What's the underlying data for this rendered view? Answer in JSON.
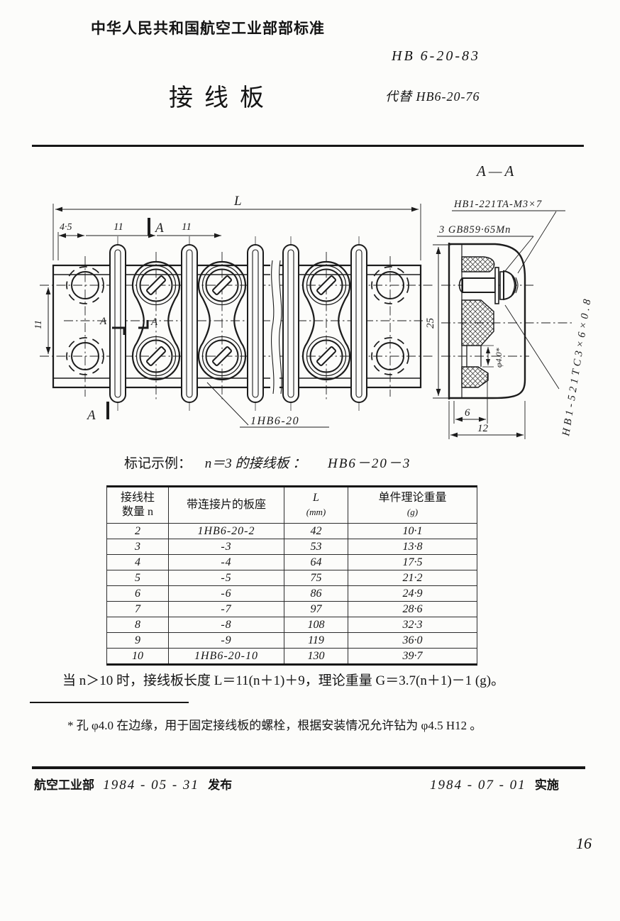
{
  "header": {
    "org_standard": "中华人民共和国航空工业部部标准",
    "standard_no": "HB 6-20-83",
    "replaces": "代替 HB6-20-76",
    "title": "接线板"
  },
  "drawing": {
    "section_title": "A—A",
    "dim_L": "L",
    "dim_45": "4·5",
    "dim_11a": "11",
    "dim_11b": "11",
    "dim_11_left": "11",
    "dim_25": "25",
    "dim_6": "6",
    "dim_12": "12",
    "dim_phi40": "φ4.0*",
    "mark_A": "A",
    "part_leader": "1HB6-20",
    "screw_label": "HB1-221TA-M3×7",
    "washer_label": "3 GB859·65Mn",
    "strip_label": "HB1-521TC3×6×0.8"
  },
  "example": {
    "prefix": "标记示例：",
    "desc": "n＝3 的接线板 ：",
    "code": "HB6－20－3"
  },
  "table": {
    "headers": {
      "col1a": "接线柱",
      "col1b": "数量 n",
      "col2": "带连接片的板座",
      "col3a": "L",
      "col3b": "(mm)",
      "col4a": "单件理论重量",
      "col4b": "(g)"
    },
    "rows": [
      [
        "2",
        "1HB6-20-2",
        "42",
        "10·1"
      ],
      [
        "3",
        "-3",
        "53",
        "13·8"
      ],
      [
        "4",
        "-4",
        "64",
        "17·5"
      ],
      [
        "5",
        "-5",
        "75",
        "21·2"
      ],
      [
        "6",
        "-6",
        "86",
        "24·9"
      ],
      [
        "7",
        "-7",
        "97",
        "28·6"
      ],
      [
        "8",
        "-8",
        "108",
        "32·3"
      ],
      [
        "9",
        "-9",
        "119",
        "36·0"
      ],
      [
        "10",
        "1HB6-20-10",
        "130",
        "39·7"
      ]
    ]
  },
  "formula": "当 n＞10 时，接线板长度 L＝11(n＋1)＋9，理论重量 G＝3.7(n＋1)－1 (g)。",
  "footnote": "* 孔 φ4.0 在边缘，用于固定接线板的螺栓，根据安装情况允许钻为 φ4.5 H12 。",
  "footer": {
    "org": "航空工业部",
    "issue_date": "1984 - 05 - 31",
    "issue_label": "发布",
    "effective_date": "1984 - 07 - 01",
    "effective_label": "实施"
  },
  "page_no": "16"
}
